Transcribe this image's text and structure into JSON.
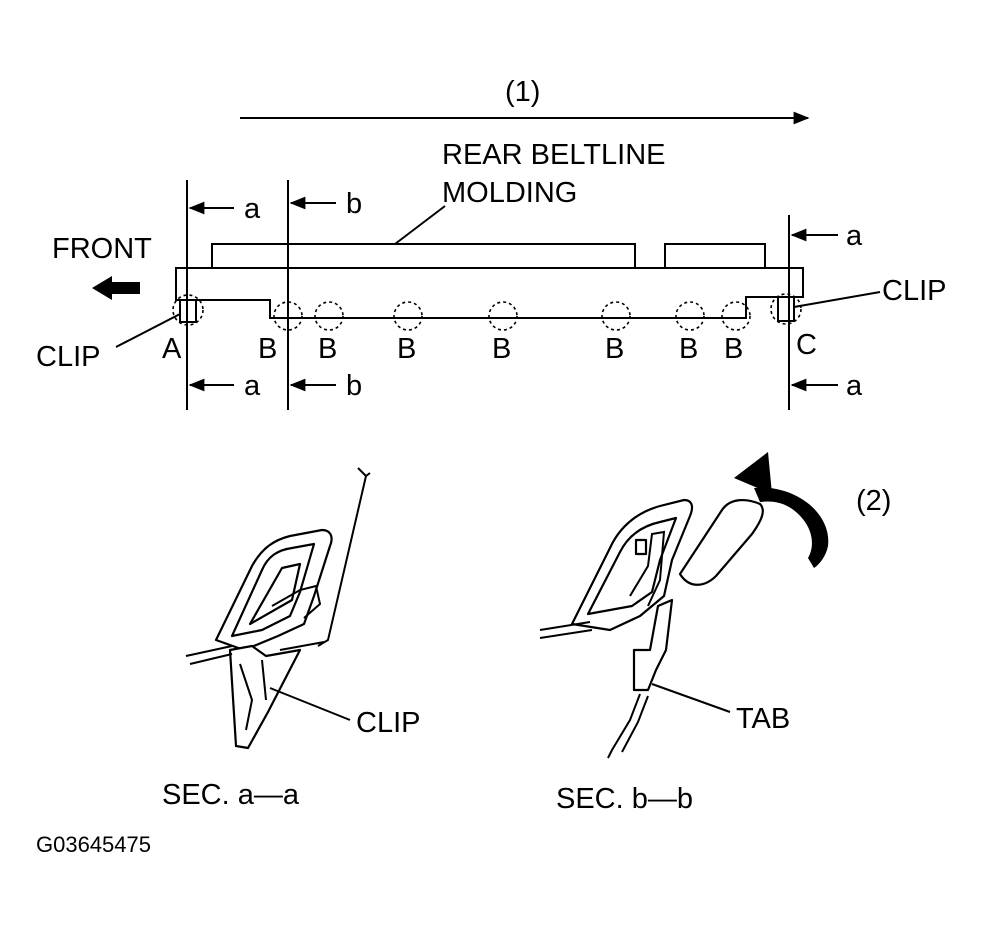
{
  "labels": {
    "step1": "(1)",
    "step2": "(2)",
    "part_name_line1": "REAR BELTLINE",
    "part_name_line2": "MOLDING",
    "front": "FRONT",
    "clip_left": "CLIP",
    "clip_right": "CLIP",
    "clip_section": "CLIP",
    "tab": "TAB",
    "section_a": "SEC. a—a",
    "section_b": "SEC. b—b",
    "figure_code": "G03645475"
  },
  "section_marks": {
    "a": "a",
    "b": "b"
  },
  "clip_positions": {
    "left_end": "A",
    "middle": "B",
    "right_end": "C"
  }
}
